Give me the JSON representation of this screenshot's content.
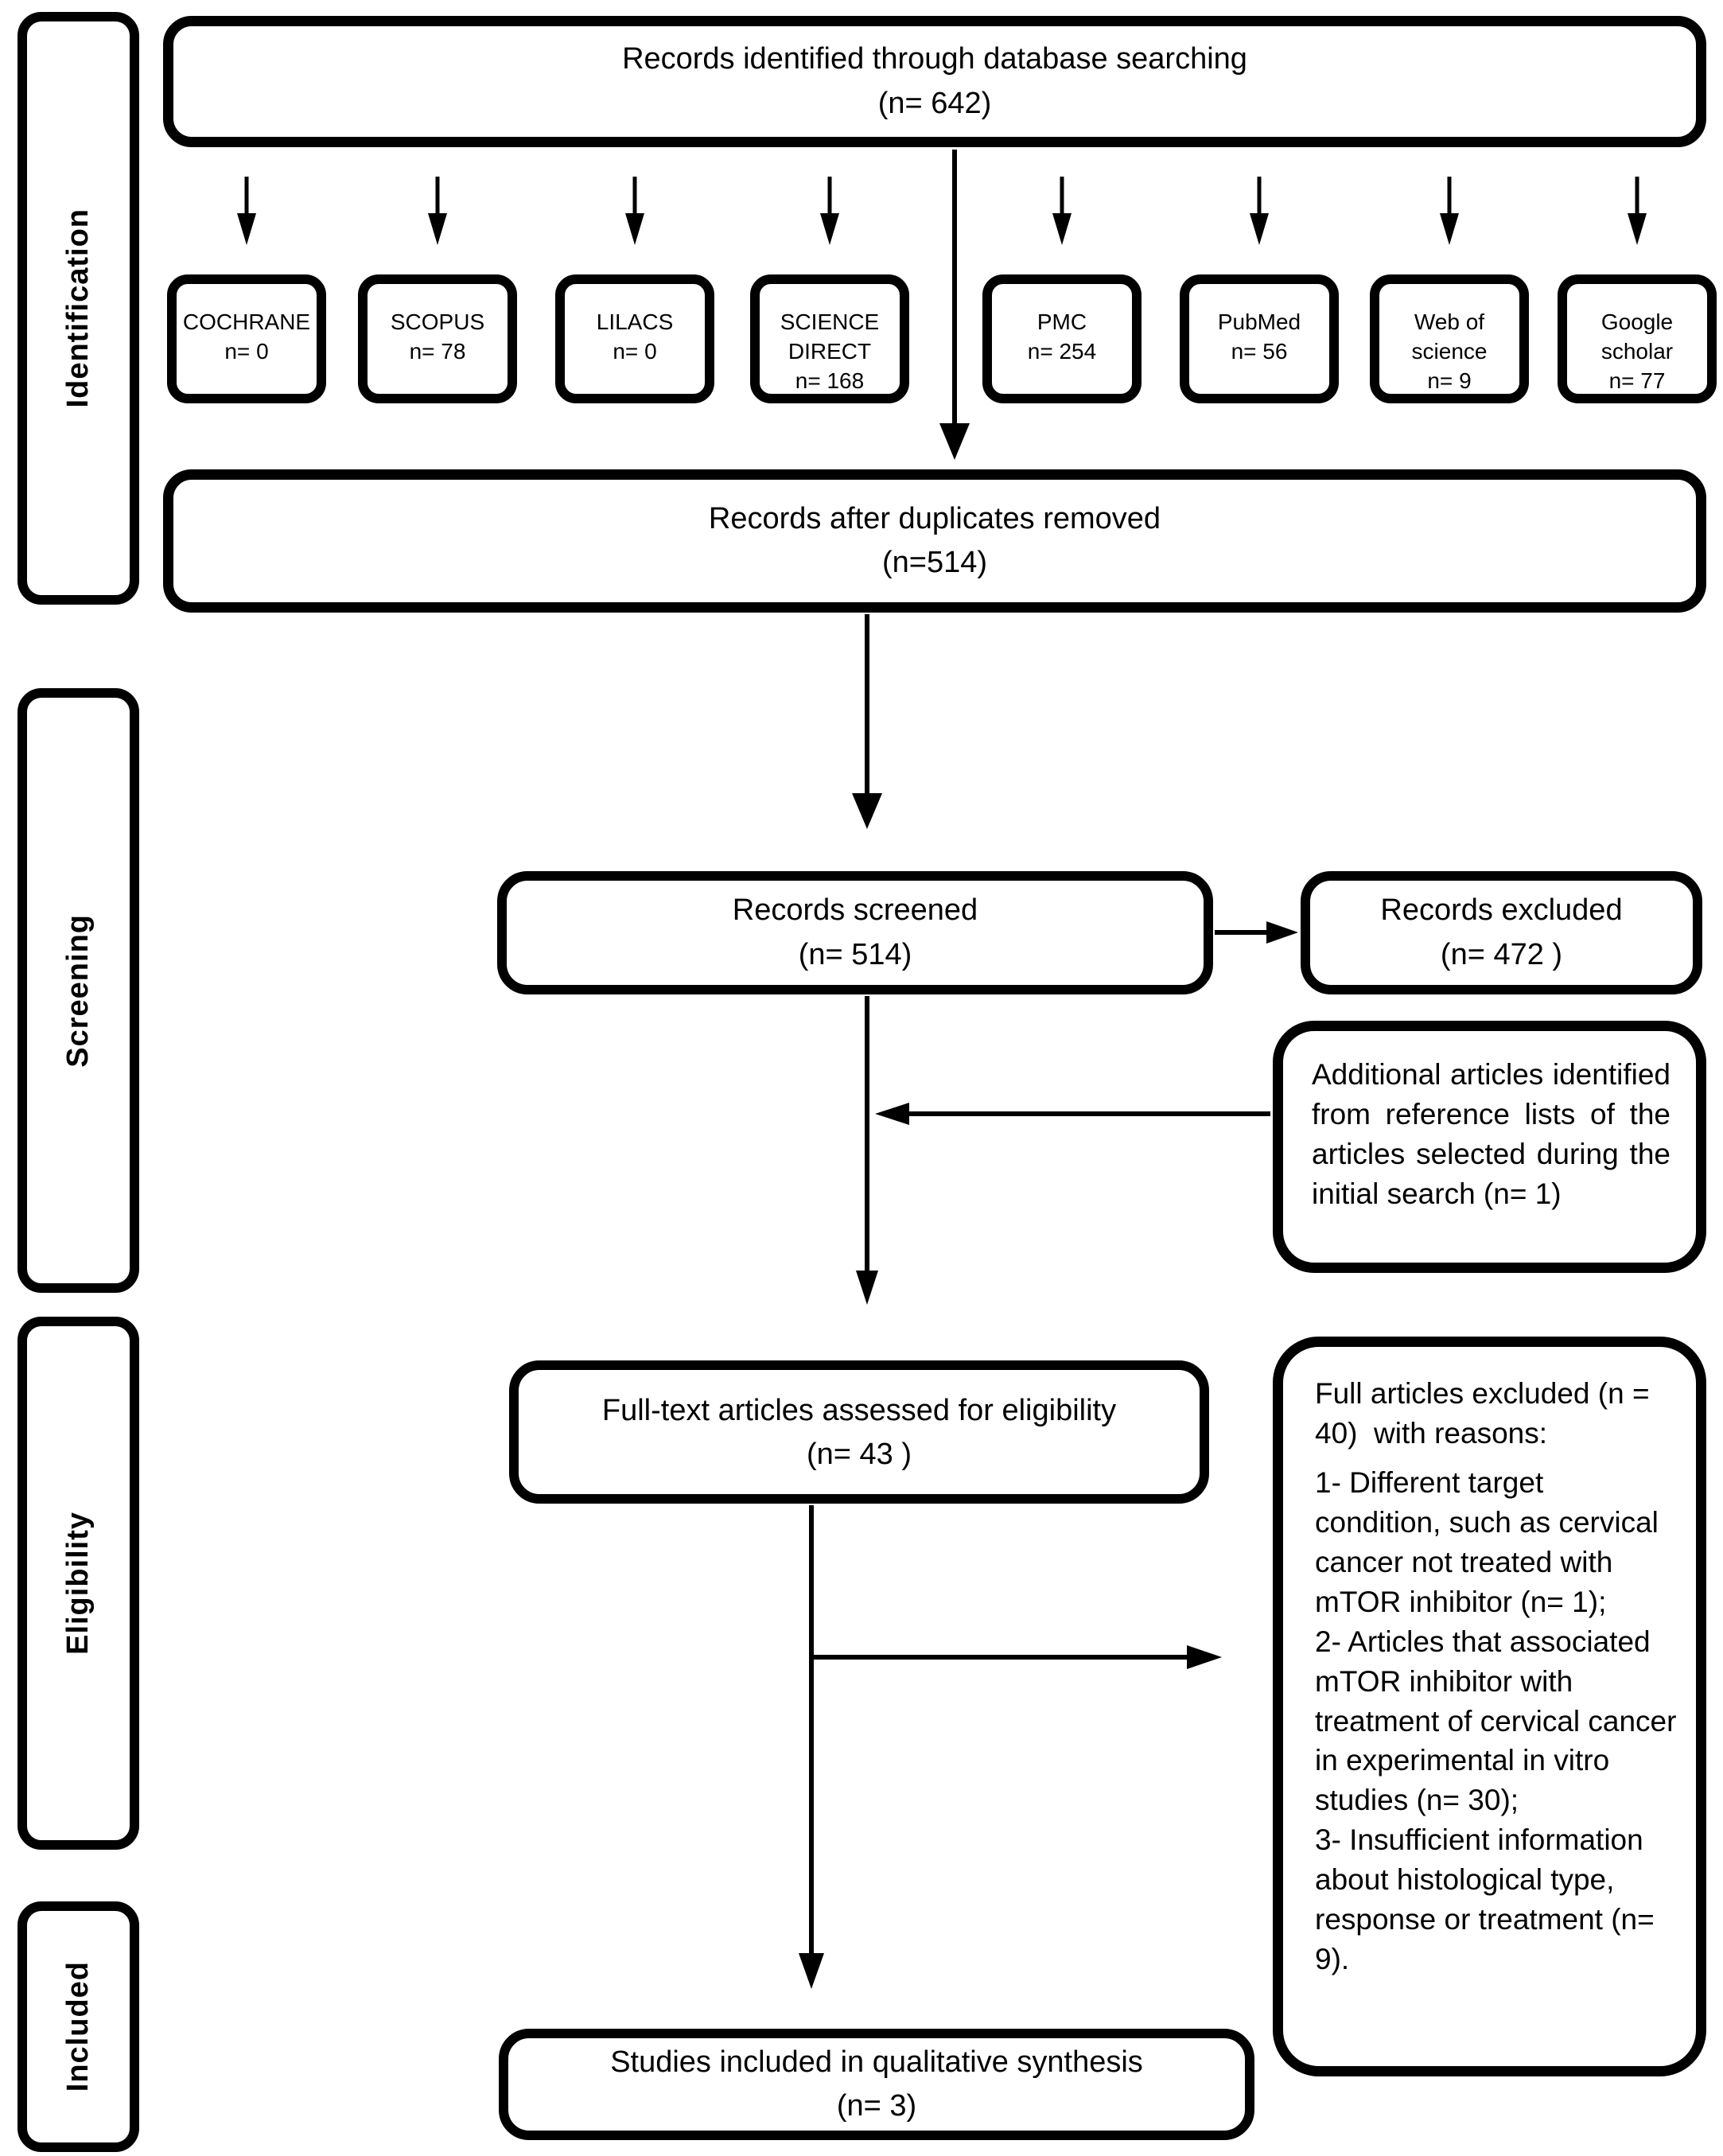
{
  "colors": {
    "ink": "#000000",
    "paper": "#ffffff"
  },
  "stages": {
    "identification": "Identification",
    "screening": "Screening",
    "eligibility": "Eligibility",
    "included": "Included"
  },
  "boxes": {
    "identified": {
      "text": "Records identified through database searching",
      "count": "(n= 642)"
    },
    "databases": [
      {
        "name": "COCHRANE",
        "count": "n= 0"
      },
      {
        "name": "SCOPUS",
        "count": "n= 78"
      },
      {
        "name": "LILACS",
        "count": "n= 0"
      },
      {
        "name": "SCIENCE DIRECT",
        "count": "n= 168"
      },
      {
        "name": "PMC",
        "count": "n= 254"
      },
      {
        "name": "PubMed",
        "count": "n= 56"
      },
      {
        "name": "Web of science",
        "count": "n= 9"
      },
      {
        "name": "Google scholar",
        "count": "n= 77"
      }
    ],
    "after_duplicates": {
      "text": "Records after duplicates removed",
      "count": "(n=514)"
    },
    "screened": {
      "text": "Records screened",
      "count": "(n= 514)"
    },
    "excluded": {
      "text": "Records excluded",
      "count": "(n= 472 )"
    },
    "additional": {
      "text": "Additional articles identified from reference lists of the articles selected during the initial search (n= 1)"
    },
    "fulltext": {
      "text": "Full-text articles assessed for eligibility",
      "count": "(n= 43 )"
    },
    "fulltext_excluded": {
      "intro": "Full articles excluded (n = 40)  with reasons:",
      "reasons": [
        "1- Different target condition, such as cervical cancer not treated with mTOR inhibitor (n= 1);",
        "2- Articles that associated mTOR inhibitor with treatment of cervical cancer in experimental in vitro studies (n= 30);",
        "3- Insufficient information about histological type, response or treatment (n= 9)."
      ]
    },
    "included_studies": {
      "text": "Studies included in qualitative synthesis",
      "count": "(n= 3)"
    }
  }
}
